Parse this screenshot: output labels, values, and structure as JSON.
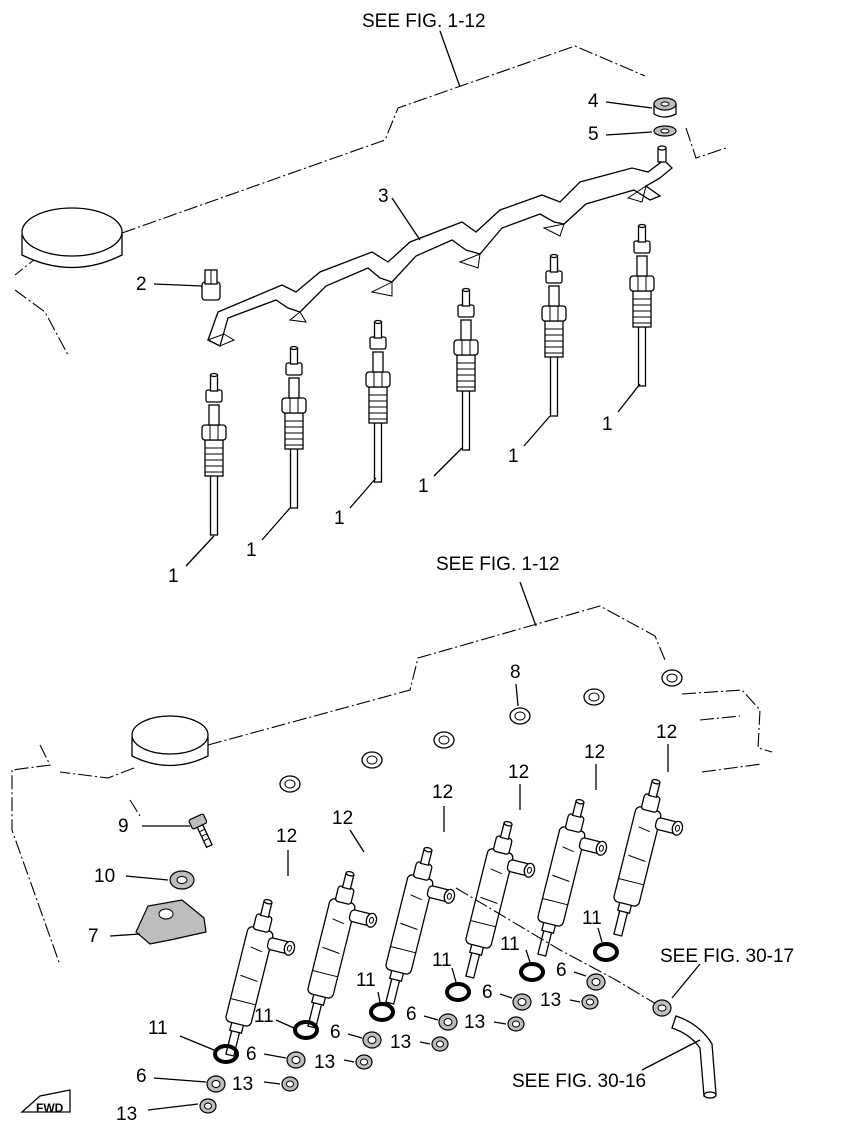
{
  "references": {
    "top": "SEE FIG. 1-12",
    "middle": "SEE FIG. 1-12",
    "right_upper": "SEE FIG. 30-17",
    "right_lower": "SEE FIG. 30-16"
  },
  "callouts": {
    "glow_plug": "1",
    "part2": "2",
    "lead_plate": "3",
    "nut": "4",
    "washer": "5",
    "seal_washer": "6",
    "clamp": "7",
    "fuel_return_pipe": "8",
    "bolt": "9",
    "bolt_washer": "10",
    "o_ring": "11",
    "injector": "12",
    "nut_small": "13"
  },
  "badge": "FWD"
}
